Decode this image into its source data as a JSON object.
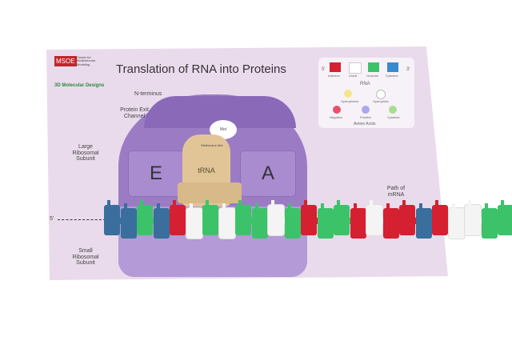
{
  "title": "Translation of RNA into Proteins",
  "logo_msoe": "MSOE",
  "logo_center": "Center for BioMolecular Modeling",
  "logo_3d": "3D Molecular Designs",
  "labels": {
    "n_terminus": "N-terminus",
    "exit": "Protein Exit Channel",
    "large": "Large Ribosomal Subunit",
    "small": "Small Ribosomal Subunit",
    "five": "5'",
    "path": "Path of mRNA",
    "e": "E",
    "a": "A",
    "trna": "tRNA",
    "methionine": "Methionine Met",
    "met": "Met"
  },
  "legend": {
    "five": "5'",
    "three": "3'",
    "bases": [
      "Adenine",
      "Uracil",
      "Guanine",
      "Cytosine"
    ],
    "rna": "RNA",
    "aa": [
      "Hydrophobic",
      "Hydrophilic",
      "Negative",
      "Positive",
      "Cysteine"
    ],
    "amino_acids": "Amino Acids"
  },
  "colors": {
    "A": "#d42030",
    "U": "#f4f4f4",
    "G": "#3cc36a",
    "C": "#3a6e9c"
  },
  "mrna_sequence": [
    "C",
    "C",
    "G",
    "C",
    "A",
    "U",
    "G",
    "U",
    "G",
    "G",
    "U",
    "G",
    "A",
    "G",
    "G",
    "A",
    "U",
    "A",
    "A",
    "C",
    "A",
    "U",
    "U",
    "G",
    "G"
  ]
}
